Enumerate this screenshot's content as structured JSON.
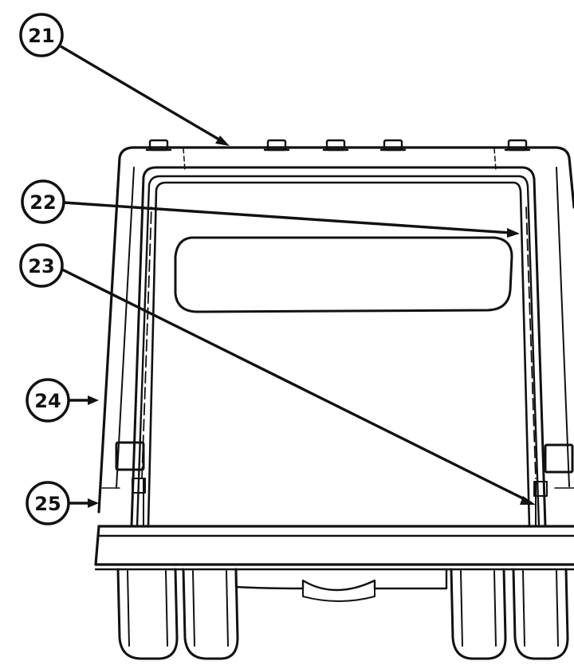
{
  "callouts": [
    {
      "id": "21",
      "label": "21"
    },
    {
      "id": "22",
      "label": "22"
    },
    {
      "id": "23",
      "label": "23"
    },
    {
      "id": "24",
      "label": "24"
    },
    {
      "id": "25",
      "label": "25"
    }
  ]
}
